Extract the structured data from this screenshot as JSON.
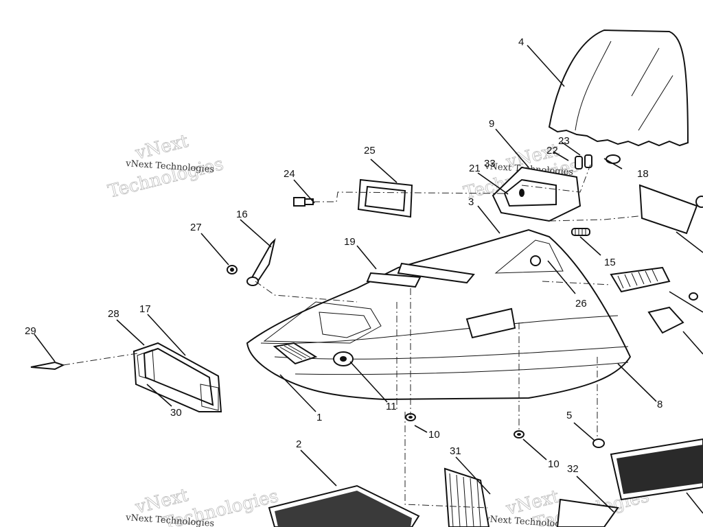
{
  "watermark": {
    "company_line1": "vNext",
    "company_line2": "Technologies",
    "small": "vNext Technologies"
  },
  "callouts": {
    "c1": "1",
    "c2": "2",
    "c3": "3",
    "c4": "4",
    "c5": "5",
    "c8": "8",
    "c9": "9",
    "c10a": "10",
    "c10b": "10",
    "c11": "11",
    "c15": "15",
    "c16": "16",
    "c17": "17",
    "c18": "18",
    "c19": "19",
    "c21": "21",
    "c22": "22",
    "c23": "23",
    "c24": "24",
    "c25": "25",
    "c26": "26",
    "c27": "27",
    "c28": "28",
    "c29": "29",
    "c30": "30",
    "c31": "31",
    "c32": "32",
    "c33": "33"
  }
}
